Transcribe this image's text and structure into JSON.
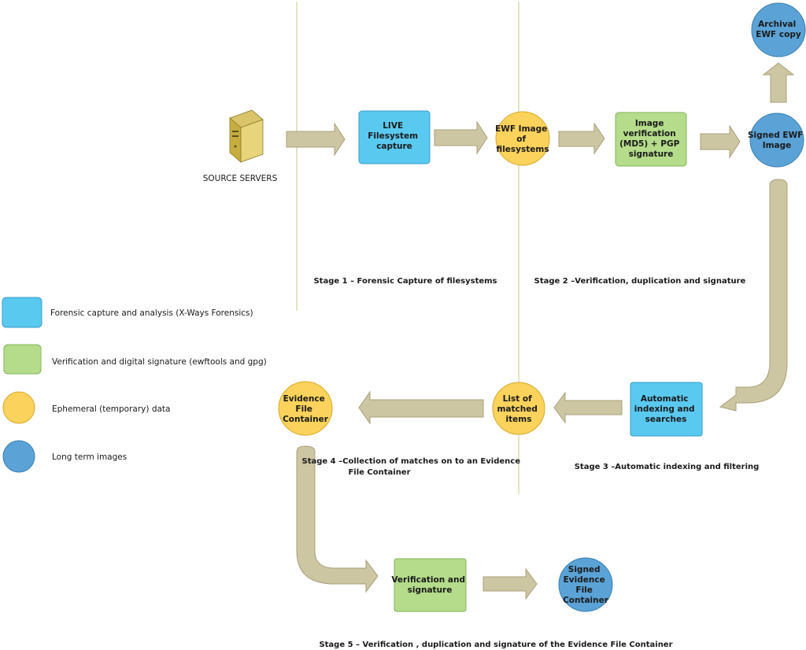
{
  "colors": {
    "capture": "#5ac9f0",
    "verification": "#b4dc8a",
    "ephemeral": "#fbd25b",
    "longterm": "#5ba3d6",
    "arrow": "#cdc6a2",
    "arrow_edge": "#a8a07a",
    "divider": "#dcdcb2"
  },
  "source": {
    "label": "SOURCE SERVERS",
    "icon": "server-icon"
  },
  "nodes": {
    "live_capture": [
      "LIVE",
      "Filesystem",
      "capture"
    ],
    "ewf_image": [
      "EWF Image",
      "of",
      "filesystems"
    ],
    "image_verification": [
      "Image",
      "verification",
      "(MD5) + PGP",
      "signature"
    ],
    "signed_ewf": [
      "Signed EWF",
      "Image"
    ],
    "archival_ewf": [
      "Archival",
      "EWF copy"
    ],
    "auto_indexing": [
      "Automatic",
      "indexing and",
      "searches"
    ],
    "matched_items": [
      "List of",
      "matched",
      "items"
    ],
    "evidence_container": [
      "Evidence",
      "File",
      "Container"
    ],
    "verification_signature": [
      "Verification and",
      "signature"
    ],
    "signed_evidence": [
      "Signed",
      "Evidence",
      "File",
      "Container"
    ]
  },
  "stages": {
    "stage1": [
      "Stage 1 – Forensic Capture of filesystems"
    ],
    "stage2": [
      "Stage 2 –Verification, duplication and signature"
    ],
    "stage3": [
      "Stage 3 –Automatic indexing and filtering"
    ],
    "stage4": [
      "Stage 4 –Collection of matches on to an Evidence",
      "File Container"
    ],
    "stage5": [
      "Stage 5 – Verification , duplication and signature of the Evidence File Container"
    ]
  },
  "legend": [
    {
      "label": "Forensic capture and analysis (X-Ways Forensics)",
      "swatch": "capture"
    },
    {
      "label": "Verification and digital signature (ewftools and gpg)",
      "swatch": "verification"
    },
    {
      "label": "Ephemeral (temporary) data",
      "swatch": "ephemeral"
    },
    {
      "label": "Long term images",
      "swatch": "longterm"
    }
  ]
}
